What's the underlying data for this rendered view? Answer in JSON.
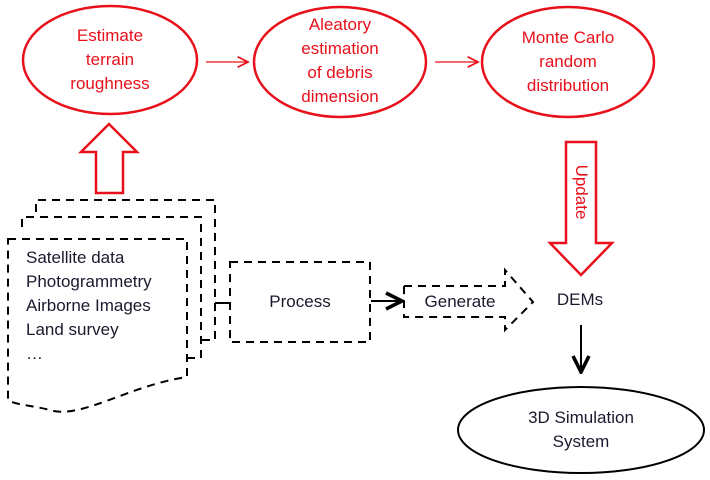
{
  "colors": {
    "accent_red": "#e8101a",
    "ink": "#000000",
    "text_dark": "#1a1a2e"
  },
  "nodes": {
    "estimate_terrain": "Estimate\nterrain\nroughness",
    "aleatory": "Aleatory\nestimation\nof debris\ndimension",
    "monte_carlo": "Monte Carlo\nrandom\ndistribution",
    "sources": "Satellite data\nPhotogrammetry\nAirborne Images\nLand survey\n…",
    "process": "Process",
    "generate": "Generate",
    "dems": "DEMs",
    "simulation": "3D Simulation\nSystem"
  },
  "arrows": {
    "update": "Update"
  }
}
